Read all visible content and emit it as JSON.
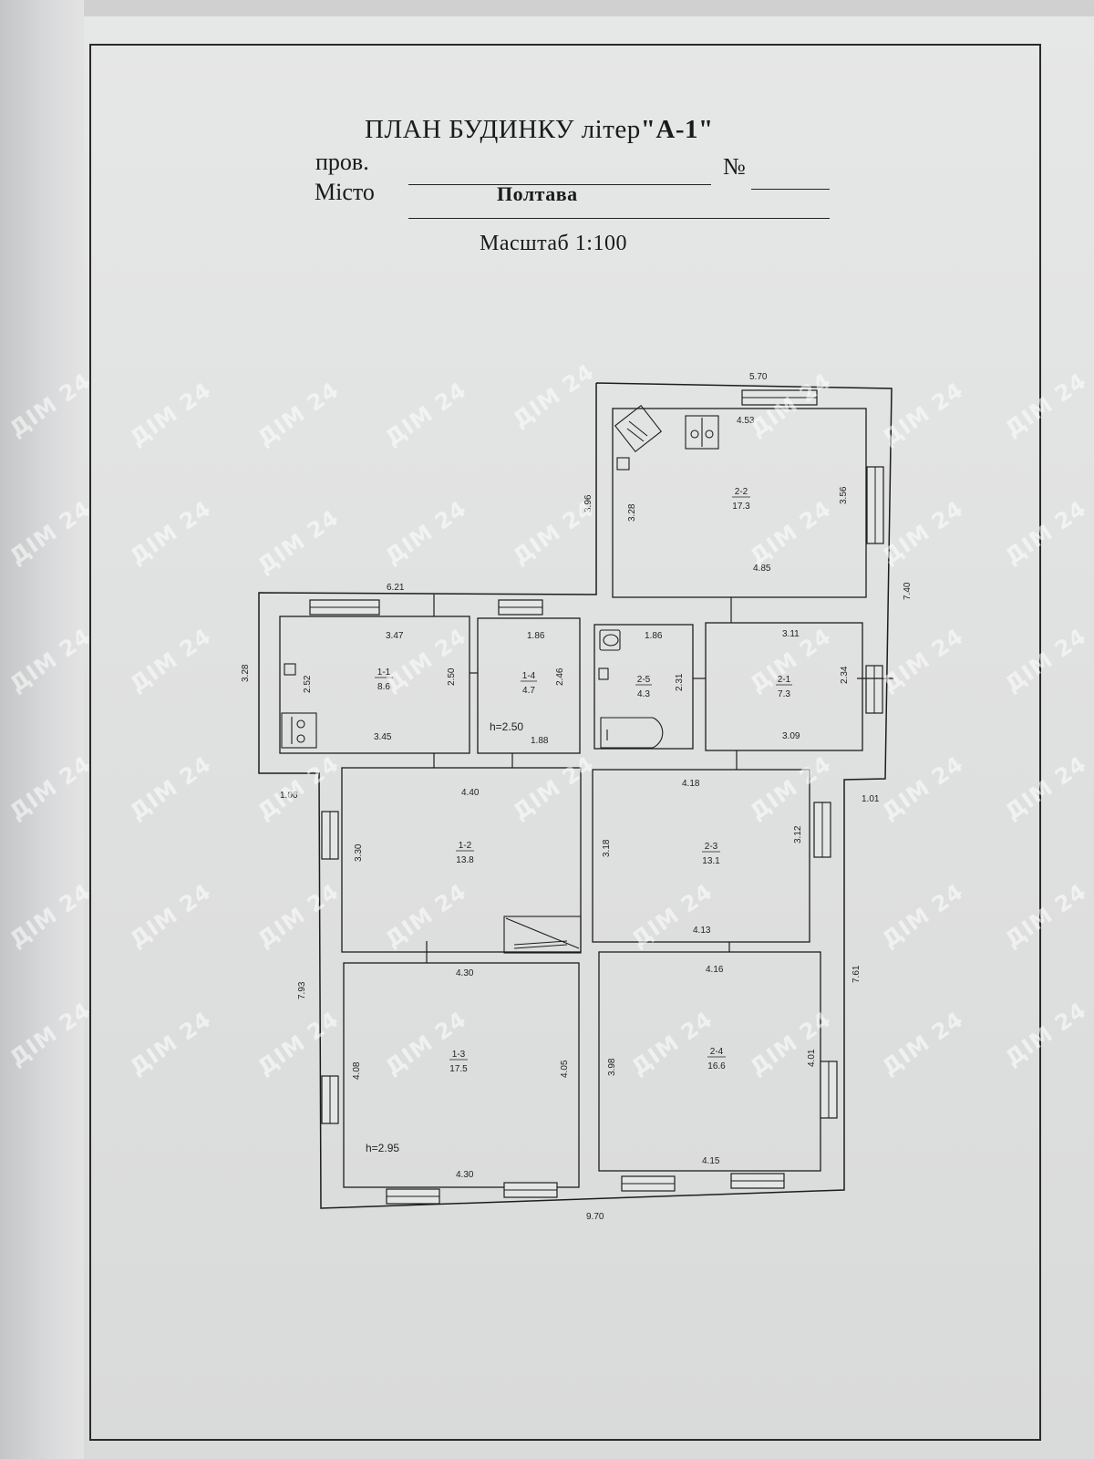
{
  "document": {
    "title_main": "ПЛАН БУДИНКУ літер",
    "title_letter": "\"А-1\"",
    "street_label": "пров.",
    "number_label": "№",
    "city_label": "Місто",
    "city_value": "Полтава",
    "scale": "Масштаб 1:100"
  },
  "watermark": "ДІМ 24",
  "plan": {
    "rooms": [
      {
        "id": "1-1",
        "area": "8.6"
      },
      {
        "id": "1-2",
        "area": "13.8"
      },
      {
        "id": "1-3",
        "area": "17.5"
      },
      {
        "id": "1-4",
        "area": "4.7"
      },
      {
        "id": "2-1",
        "area": "7.3"
      },
      {
        "id": "2-2",
        "area": "17.3"
      },
      {
        "id": "2-3",
        "area": "13.1"
      },
      {
        "id": "2-4",
        "area": "16.6"
      },
      {
        "id": "2-5",
        "area": "4.3"
      }
    ],
    "heights": [
      "h=2.50",
      "h=2.95"
    ],
    "dimensions": {
      "d570": "5.70",
      "d453": "4.53",
      "d396": "3.96",
      "d328a": "3.28",
      "d356": "3.56",
      "d485": "4.85",
      "d740": "7.40",
      "d621": "6.21",
      "d328b": "3.28",
      "d347": "3.47",
      "d252": "2.52",
      "d250": "2.50",
      "d345": "3.45",
      "d186a": "1.86",
      "d246": "2.46",
      "d188": "1.88",
      "d186b": "1.86",
      "d231": "2.31",
      "d311": "3.11",
      "d234": "2.34",
      "d309": "3.09",
      "d106": "1.06",
      "d101": "1.01",
      "d440": "4.40",
      "d330": "3.30",
      "d418": "4.18",
      "d318": "3.18",
      "d312": "3.12",
      "d413": "4.13",
      "d793": "7.93",
      "d761": "7.61",
      "d430a": "4.30",
      "d408": "4.08",
      "d405": "4.05",
      "d430b": "4.30",
      "d416": "4.16",
      "d398": "3.98",
      "d401": "4.01",
      "d415": "4.15",
      "d970": "9.70"
    }
  }
}
